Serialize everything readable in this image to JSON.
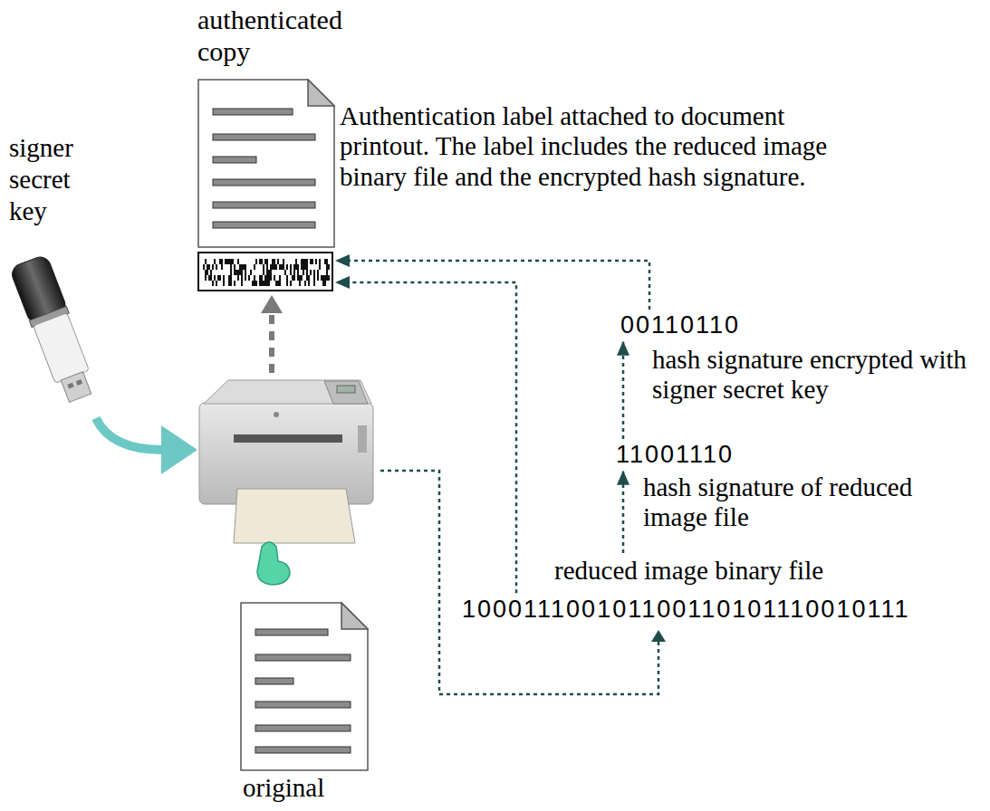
{
  "diagram": {
    "nodes": [
      {
        "text": [
          "authenticated copy"
        ]
      },
      {
        "text": [
          "Authentication label attached to document printout. The label includes the reduced image binary file and the encrypted hash signature."
        ],
        "in": 0
      },
      {
        "text": [
          "signer secret key"
        ]
      },
      {
        "text": [
          "original"
        ]
      },
      {
        "text": [
          "00110110",
          "hash signature encrypted with signer secret key"
        ]
      },
      {
        "text": [
          "11001110",
          "hash signature of reduced image file"
        ]
      },
      {
        "text": [
          "reduced image binary file",
          "100011100101100110101110010111"
        ]
      }
    ],
    "edges": [
      {
        "from": 6,
        "to": 5,
        "arrow": "to"
      },
      {
        "from": 5,
        "to": 4,
        "arrow": "to"
      },
      {
        "from": 4,
        "to": 1,
        "arrow": "to"
      },
      {
        "from": 6,
        "to": 1,
        "arrow": "to"
      }
    ]
  }
}
